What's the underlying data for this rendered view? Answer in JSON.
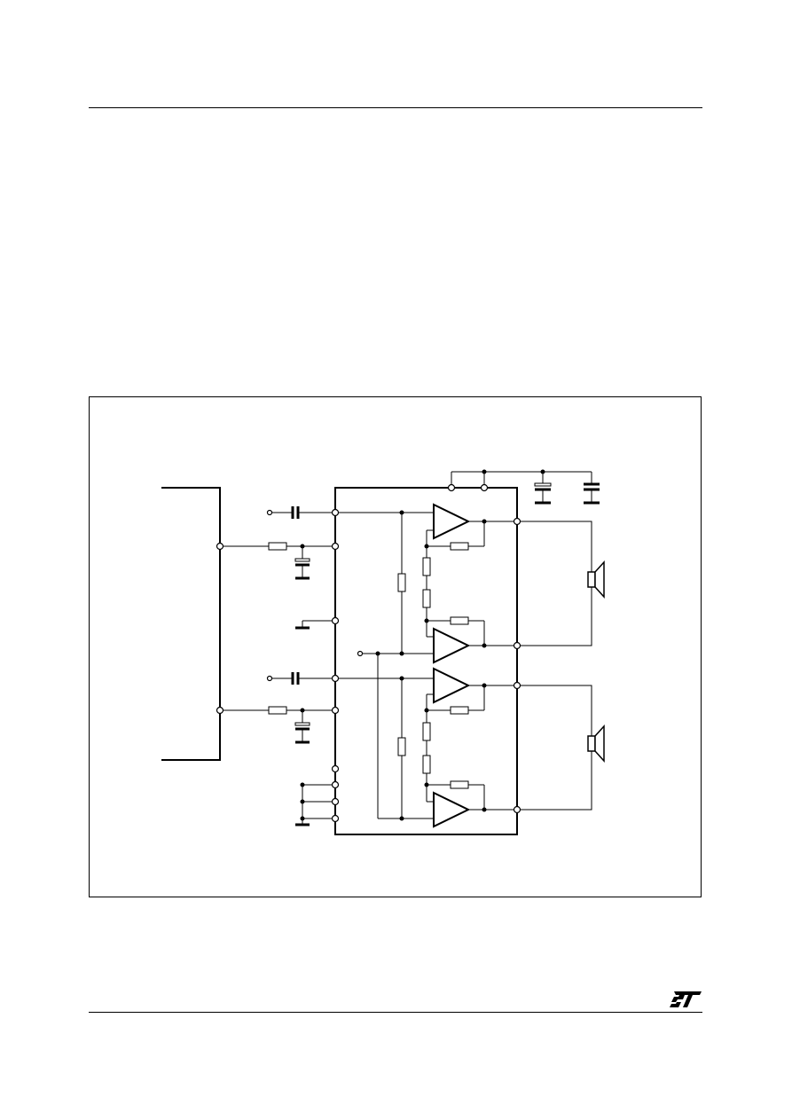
{
  "page": {
    "header_rule": true,
    "footer_rule": true
  },
  "figure": {
    "type": "application-schematic",
    "amplifier_channels": 4,
    "bridge_pairs": 2,
    "loudspeakers": 2
  },
  "logo": {
    "icon": "st-logo-icon"
  },
  "colors": {
    "ink": "#000000",
    "background": "#ffffff",
    "component_fill": "#ffffff"
  }
}
